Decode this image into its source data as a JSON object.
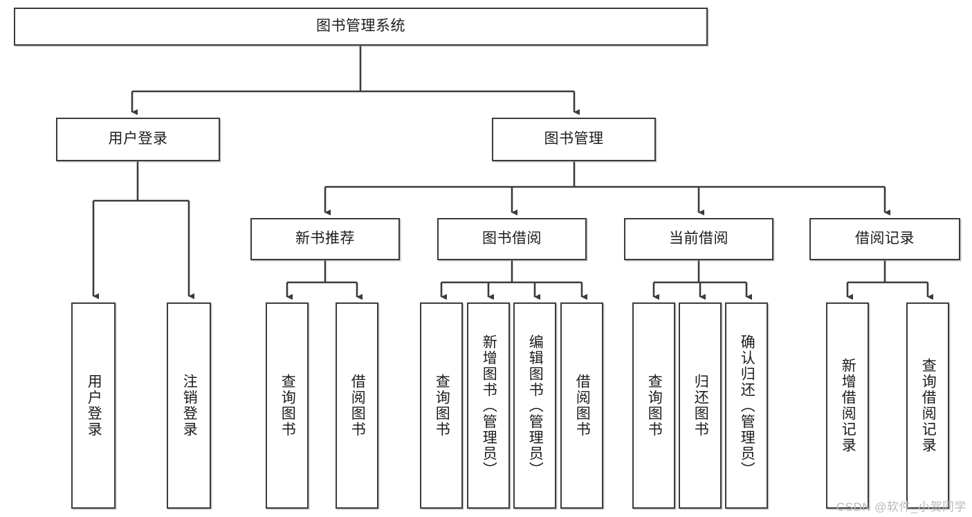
{
  "diagram": {
    "title": "图书管理系统",
    "root": {
      "label": "图书管理系统"
    },
    "level2": [
      {
        "label": "用户登录"
      },
      {
        "label": "图书管理"
      }
    ],
    "level3": [
      {
        "label": "新书推荐"
      },
      {
        "label": "图书借阅"
      },
      {
        "label": "当前借阅"
      },
      {
        "label": "借阅记录"
      }
    ],
    "leaves": {
      "user_login": [
        {
          "label": "用户登录"
        },
        {
          "label": "注销登录"
        }
      ],
      "new_book_recommend": [
        {
          "label": "查询图书"
        },
        {
          "label": "借阅图书"
        }
      ],
      "book_borrow": [
        {
          "label": "查询图书"
        },
        {
          "label": "新增图书（管理员）"
        },
        {
          "label": "编辑图书（管理员）"
        },
        {
          "label": "借阅图书"
        }
      ],
      "current_borrow": [
        {
          "label": "查询图书"
        },
        {
          "label": "归还图书"
        },
        {
          "label": "确认归还（管理员）"
        }
      ],
      "borrow_record": [
        {
          "label": "新增借阅记录"
        },
        {
          "label": "查询借阅记录"
        }
      ]
    }
  },
  "watermark": {
    "text": "CSDN @软件_小贺同学"
  },
  "colors": {
    "box_border": "#3b3b3b",
    "box_fill": "#ffffff",
    "connector": "#3b3b3b",
    "text": "#1c1c1c",
    "watermark": "#b9b9b9"
  }
}
